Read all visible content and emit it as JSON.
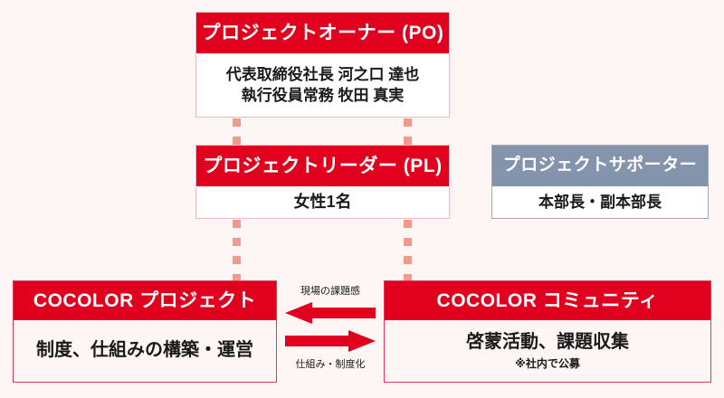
{
  "diagram": {
    "title": "COCOLOR project organization chart",
    "colors": {
      "primary_red": "#e1001e",
      "supporter_gray": "#8494ad",
      "dotted_connector": "#ef9b8c",
      "page_background": "#fdf6f5",
      "card_border": "#e03a52"
    },
    "nodes": {
      "project_owner": {
        "header": "プロジェクトオーナー (PO)",
        "body_line1": "代表取締役社長 河之口 達也",
        "body_line2": "執行役員常務 牧田 真実"
      },
      "project_leader": {
        "header": "プロジェクトリーダー (PL)",
        "body": "女性1名"
      },
      "project_supporter": {
        "header": "プロジェクトサポーター",
        "body": "本部長・副本部長"
      },
      "cocolor_project": {
        "header": "COCOLOR プロジェクト",
        "body": "制度、仕組みの構築・運営"
      },
      "cocolor_community": {
        "header": "COCOLOR コミュニティ",
        "body": "啓蒙活動、課題収集",
        "note": "※社内で公募"
      }
    },
    "arrows": {
      "leftward_label": "現場の課題感",
      "rightward_label": "仕組み・制度化",
      "leftward_icon": "arrow-left-icon",
      "rightward_icon": "arrow-right-icon"
    },
    "connectors": {
      "style": "dotted-square",
      "icon": "dotted-line-icon"
    }
  }
}
